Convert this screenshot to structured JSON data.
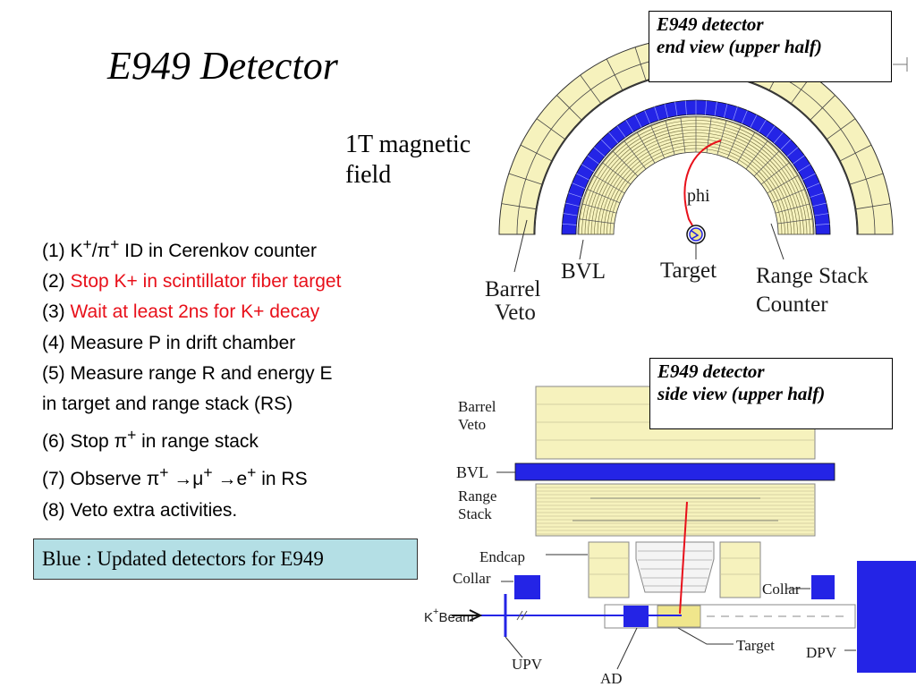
{
  "title": "E949 Detector",
  "field_label": "1T magnetic field",
  "steps": [
    {
      "num": "(1)",
      "parts": [
        "K",
        "+",
        "/",
        "π",
        "+",
        " ID in Cerenkov counter"
      ]
    },
    {
      "num": "(2)",
      "text": "Stop K+ in scintillator fiber target"
    },
    {
      "num": "(3)",
      "text": "Wait at least 2ns for K+ decay"
    },
    {
      "num": "(4)",
      "text": "Measure P in drift chamber"
    },
    {
      "num": "(5)",
      "text": "Measure range R and energy E"
    },
    {
      "text": "in target and range stack  (RS)"
    },
    {
      "num": "(6)",
      "parts": [
        "Stop ",
        "π",
        "+",
        " in range stack"
      ]
    },
    {
      "num": "(7)",
      "parts": [
        "Observe ",
        "π",
        "+",
        " →",
        "μ",
        "+",
        " →",
        "e",
        "+",
        " in RS"
      ]
    },
    {
      "num": "(8)",
      "text": "Veto extra activities."
    }
  ],
  "note": "Blue : Updated  detectors  for E949",
  "colors": {
    "highlight_text": "#e8101a",
    "detector_blue": "#2424e6",
    "yellow": "#f6f2bd",
    "note_bg": "#b4dfe5",
    "track_red": "#e8101a"
  },
  "end_view": {
    "caption": [
      "E949 detector",
      "end view (upper half)"
    ],
    "labels": {
      "barrel_veto": [
        "Barrel",
        "Veto"
      ],
      "bvl": "BVL",
      "target": "Target",
      "range_stack": [
        "Range Stack",
        "Counter"
      ],
      "phi": "phi"
    }
  },
  "side_view": {
    "caption": [
      "E949 detector",
      "side view (upper half)"
    ],
    "labels": {
      "barrel_veto": [
        "Barrel",
        "Veto"
      ],
      "bvl": "BVL",
      "range_stack": [
        "Range",
        "Stack"
      ],
      "endcap": "Endcap",
      "collar_left": "Collar",
      "collar_right": "Collar",
      "beam_k": "K",
      "beam_sup": "+",
      "beam_word": "Beam",
      "upv": "UPV",
      "ad": "AD",
      "target": "Target",
      "dpv": "DPV"
    }
  }
}
